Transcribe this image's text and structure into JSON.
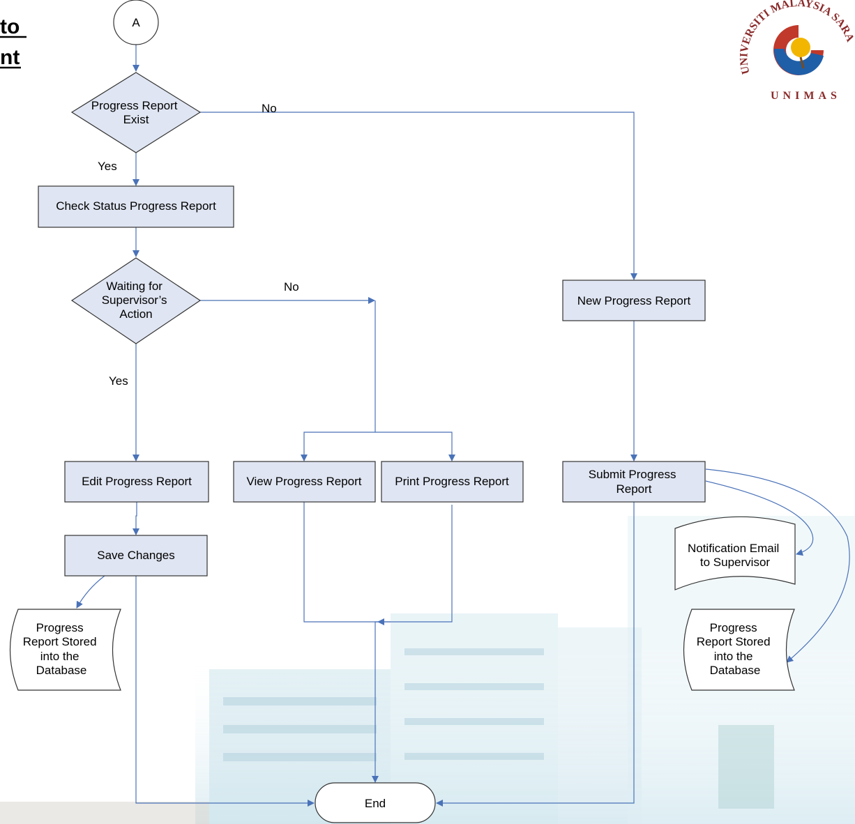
{
  "title": {
    "line1": "to",
    "line2": "nt"
  },
  "logo": {
    "top_text": "UNIVERSITI MALAYSIA SARAWAK",
    "bottom_text": "UNIMAS"
  },
  "nodes": {
    "start": "A",
    "decision_exist": [
      "Progress Report",
      "Exist"
    ],
    "check_status": "Check Status Progress Report",
    "decision_waiting": [
      "Waiting for",
      "Supervisor’s",
      "Action"
    ],
    "new_report": "New Progress Report",
    "edit_report": "Edit Progress Report",
    "view_report": "View Progress Report",
    "print_report": "Print Progress Report",
    "submit_report": [
      "Submit Progress",
      "Report"
    ],
    "save_changes": "Save Changes",
    "notification_email": [
      "Notification Email",
      "to Supervisor"
    ],
    "db_left": [
      "Progress",
      "Report Stored",
      "into the",
      "Database"
    ],
    "db_right": [
      "Progress",
      "Report Stored",
      "into the",
      "Database"
    ],
    "end": "End"
  },
  "edge_labels": {
    "exist_no": "No",
    "exist_yes": "Yes",
    "waiting_no": "No",
    "waiting_yes": "Yes"
  },
  "colors": {
    "arrow": "#4a72b8",
    "box_fill": "#dfe5f2",
    "box_stroke": "#333333"
  }
}
